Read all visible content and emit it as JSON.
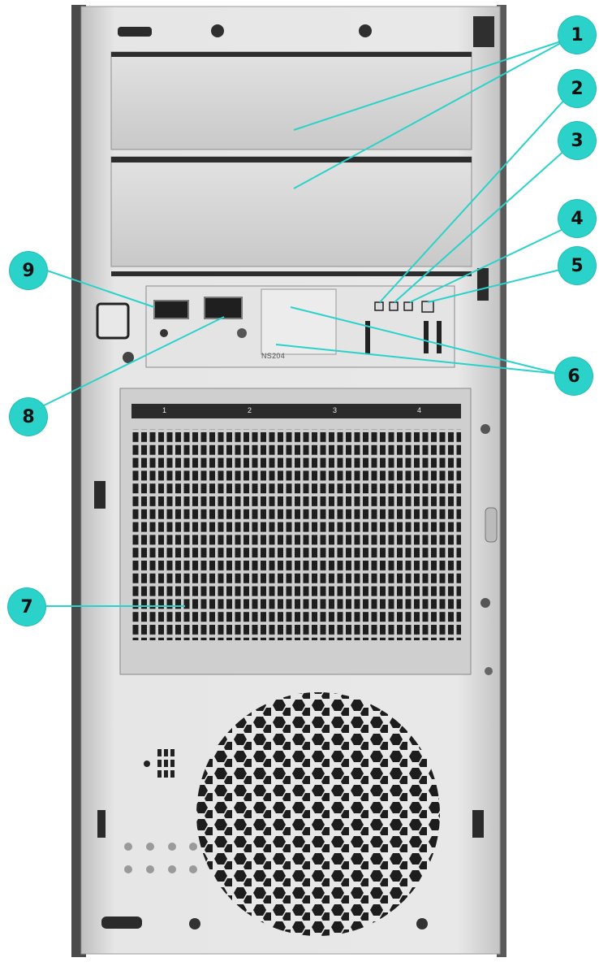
{
  "diagram": {
    "callouts": [
      {
        "id": "1",
        "label": "1"
      },
      {
        "id": "2",
        "label": "2"
      },
      {
        "id": "3",
        "label": "3"
      },
      {
        "id": "4",
        "label": "4"
      },
      {
        "id": "5",
        "label": "5"
      },
      {
        "id": "6",
        "label": "6"
      },
      {
        "id": "7",
        "label": "7"
      },
      {
        "id": "8",
        "label": "8"
      },
      {
        "id": "9",
        "label": "9"
      }
    ],
    "drive_bay_numbers": [
      "1",
      "2",
      "3",
      "4"
    ],
    "front_panel_marking": "NS204",
    "colors": {
      "callout": "#2ad2c9",
      "leader_line": "#2ad2c9",
      "chassis": "#d9d9d9",
      "bezel_edge": "#555555",
      "vent": "#1e1e1e"
    }
  }
}
